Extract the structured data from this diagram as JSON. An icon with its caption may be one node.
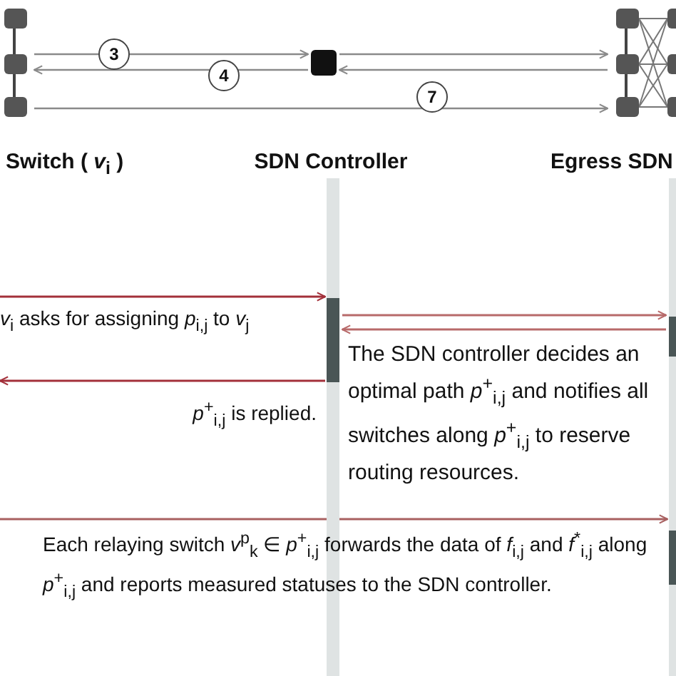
{
  "diagram": {
    "nodes": [
      {
        "text": [],
        "shape": "box"
      },
      {
        "text": [],
        "shape": "box"
      },
      {
        "text": [],
        "shape": "box"
      },
      {
        "text": [],
        "shape": "bar"
      },
      {
        "text": [],
        "shape": "bar"
      },
      {
        "text": [],
        "shape": "bar"
      }
    ],
    "edges": [
      {
        "from": 0,
        "to": 1,
        "arrow": "to",
        "label": "3"
      },
      {
        "from": 1,
        "to": 0,
        "arrow": "to",
        "label": "4"
      },
      {
        "from": 1,
        "to": 2,
        "arrow": "to"
      },
      {
        "from": 2,
        "to": 1,
        "arrow": "to"
      },
      {
        "from": 0,
        "to": 2,
        "arrow": "to",
        "label": "7"
      },
      {
        "from": null,
        "to": 3,
        "arrow": "to",
        "color": "#a3303a",
        "label": "*v*$_{i}$ asks for assigning *p*$_{i,j}$ to *v*$_{j}$"
      },
      {
        "from": 3,
        "to": null,
        "arrow": "to",
        "color": "#a3303a",
        "label": "*p*$^{+}$$_{i,j}$ is replied."
      },
      {
        "from": 3,
        "to": 4,
        "arrow": "to",
        "color": "#b86a6a"
      },
      {
        "from": 4,
        "to": 3,
        "arrow": "to",
        "color": "#b86a6a"
      },
      {
        "from": null,
        "to": 5,
        "arrow": "to",
        "color": "#a86060",
        "label": "Each relaying switch *v*$^{p}$$_{k}$ ∈ *p*$^{+}$$_{i,j}$ forwards the data of *f*$_{i,j}$ and *f*$^{*}$$_{i,j}$ along *p*$^{+}$$_{i,j}$ and reports measured statuses to the SDN controller."
      }
    ],
    "labels": [
      "Switch ( *v*$_{i}$ )",
      "SDN Controller",
      "Egress SDN",
      "The SDN controller decides an optimal path *p*$^{+}$$_{i,j}$ and notifies all switches along *p*$^{+}$$_{i,j}$ to reserve routing resources."
    ]
  }
}
